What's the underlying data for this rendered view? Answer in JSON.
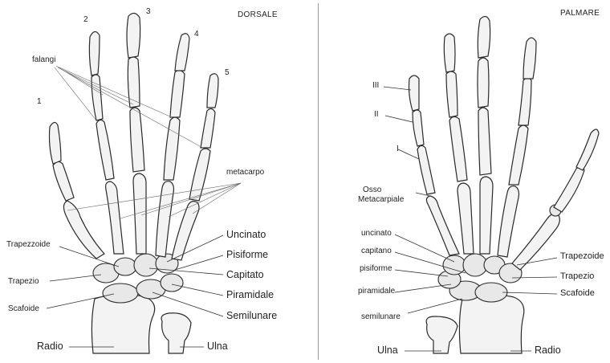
{
  "left": {
    "view_title": "DORSALE",
    "finger_numbers": [
      "1",
      "2",
      "3",
      "4",
      "5"
    ],
    "labels": {
      "falangi": "falangi",
      "metacarpo": "metacarpo",
      "trapezzoide": "Trapezzoide",
      "trapezio": "Trapezio",
      "scafoide": "Scafoide",
      "uncinato": "Uncinato",
      "pisiforme": "Pisiforme",
      "capitato": "Capitato",
      "piramidale": "Piramidale",
      "semilunare": "Semilunare",
      "radio": "Radio",
      "ulna": "Ulna"
    }
  },
  "right": {
    "view_title": "PALMARE",
    "labels": {
      "iii": "III",
      "ii": "II",
      "i": "I",
      "osso": "Osso",
      "metacarpiale": "Metacarpiale",
      "uncinato": "uncinato",
      "capitano": "capitano",
      "pisiforme": "pisiforme",
      "piramidale": "piramidale",
      "semilunare": "semilunare",
      "trapezoide": "Trapezoide",
      "trapezio": "Trapezio",
      "scafoide": "Scafoide",
      "ulna": "Ulna",
      "radio": "Radio"
    }
  }
}
